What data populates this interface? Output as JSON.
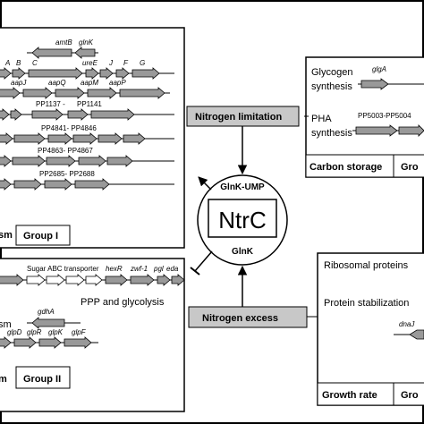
{
  "diagram": {
    "center": {
      "main": "NtrC",
      "top": "GlnK-UMP",
      "bottom": "GlnK"
    },
    "conditions": {
      "limitation": "Nitrogen limitation",
      "excess": "Nitrogen excess"
    },
    "group1": {
      "label": "Group I",
      "partial_label": "sm",
      "rows": [
        {
          "labels": [
            "amtB",
            "glnK"
          ]
        },
        {
          "labels": [
            "A",
            "B",
            "C",
            "ureE",
            "J",
            "F",
            "G"
          ]
        },
        {
          "labels": [
            "aapJ",
            "aapQ",
            "aapM",
            "aapP"
          ]
        },
        {
          "labels": [
            "PP1137 -",
            "PP1141"
          ]
        },
        {
          "labels": [
            "PP4841- PP4846"
          ]
        },
        {
          "labels": [
            "PP4863- PP4867"
          ]
        },
        {
          "labels": [
            "PP2685- PP2688"
          ]
        }
      ]
    },
    "group2": {
      "label": "Group II",
      "partial_label_1": "sm",
      "partial_label_2": "m",
      "sugar_label": "Sugar ABC transporter",
      "genes_top": [
        "hexR",
        "zwf-1",
        "pgl",
        "eda"
      ],
      "ppp_label": "PPP and glycolysis",
      "gdha": "gdhA",
      "genes_bottom": [
        "glpD",
        "glpR",
        "glpK",
        "glpF"
      ]
    },
    "carbon": {
      "glycogen_label": "Glycogen synthesis",
      "glga": "glgA",
      "pha_label": "PHA synthesis",
      "pha_genes": "PP5003-PP5004",
      "storage_label": "Carbon storage",
      "group_partial": "Gro"
    },
    "growth": {
      "ribosomal_label": "Ribosomal proteins",
      "protein_label": "Protein stabilization",
      "dnaj": "dnaJ",
      "rate_label": "Growth rate",
      "group_partial": "Gro"
    }
  }
}
